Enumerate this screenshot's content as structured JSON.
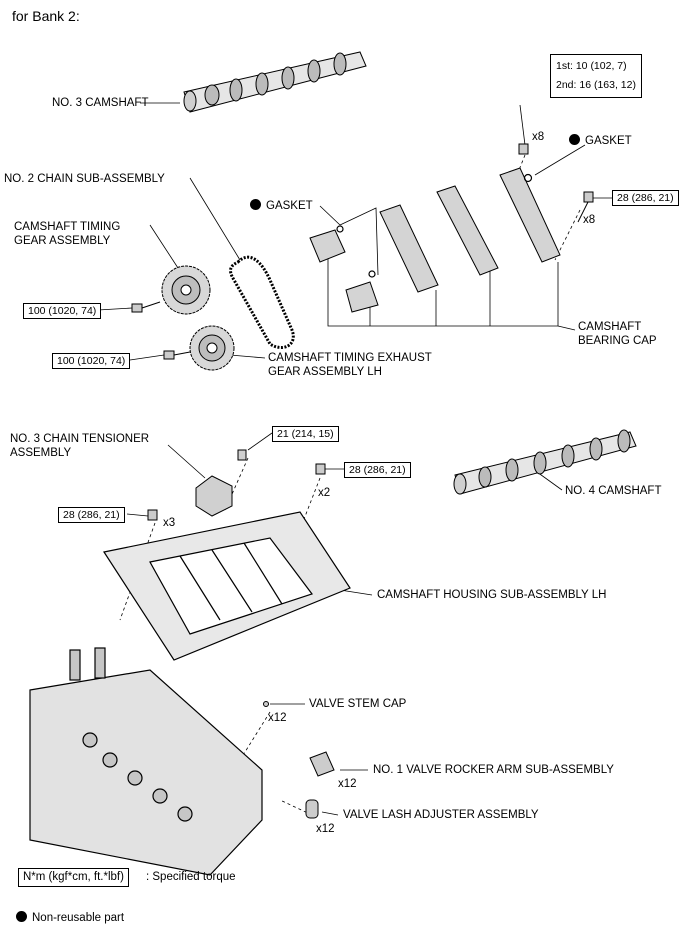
{
  "title": "for Bank 2:",
  "labels": {
    "no3_camshaft": "NO. 3 CAMSHAFT",
    "no2_chain": "NO. 2 CHAIN SUB-ASSEMBLY",
    "timing_gear_1": "CAMSHAFT TIMING",
    "timing_gear_2": "GEAR ASSEMBLY",
    "exhaust_gear_1": "CAMSHAFT TIMING EXHAUST",
    "exhaust_gear_2": "GEAR ASSEMBLY LH",
    "gasket_top": "GASKET",
    "gasket_left": "GASKET",
    "bearing_cap_1": "CAMSHAFT",
    "bearing_cap_2": "BEARING CAP",
    "tensioner_1": "NO. 3 CHAIN TENSIONER",
    "tensioner_2": "ASSEMBLY",
    "no4_camshaft": "NO. 4 CAMSHAFT",
    "housing": "CAMSHAFT HOUSING SUB-ASSEMBLY LH",
    "valve_stem_cap": "VALVE STEM CAP",
    "rocker_arm": "NO. 1 VALVE ROCKER ARM SUB-ASSEMBLY",
    "lash_adjuster": "VALVE LASH ADJUSTER ASSEMBLY"
  },
  "torque": {
    "bearing_first": "1st: 10 (102, 7)",
    "bearing_second": "2nd: 16 (163, 12)",
    "cap_bolt": "28 (286, 21)",
    "gear_intake": "100 (1020, 74)",
    "gear_exhaust": "100 (1020, 74)",
    "tensioner_bolt": "21 (214, 15)",
    "housing_bolt": "28 (286, 21)",
    "housing_bolt_left": "28 (286, 21)"
  },
  "quantities": {
    "bearing_bolts": "x8",
    "cap_bolts": "x8",
    "housing_bolts": "x2",
    "housing_bolts_left": "x3",
    "stem_caps": "x12",
    "rocker_arms": "x12",
    "lash_adjusters": "x12"
  },
  "legend": {
    "torque_unit": "N*m (kgf*cm, ft.*lbf)",
    "torque_desc": ": Specified torque",
    "nonreusable": "Non-reusable part"
  }
}
